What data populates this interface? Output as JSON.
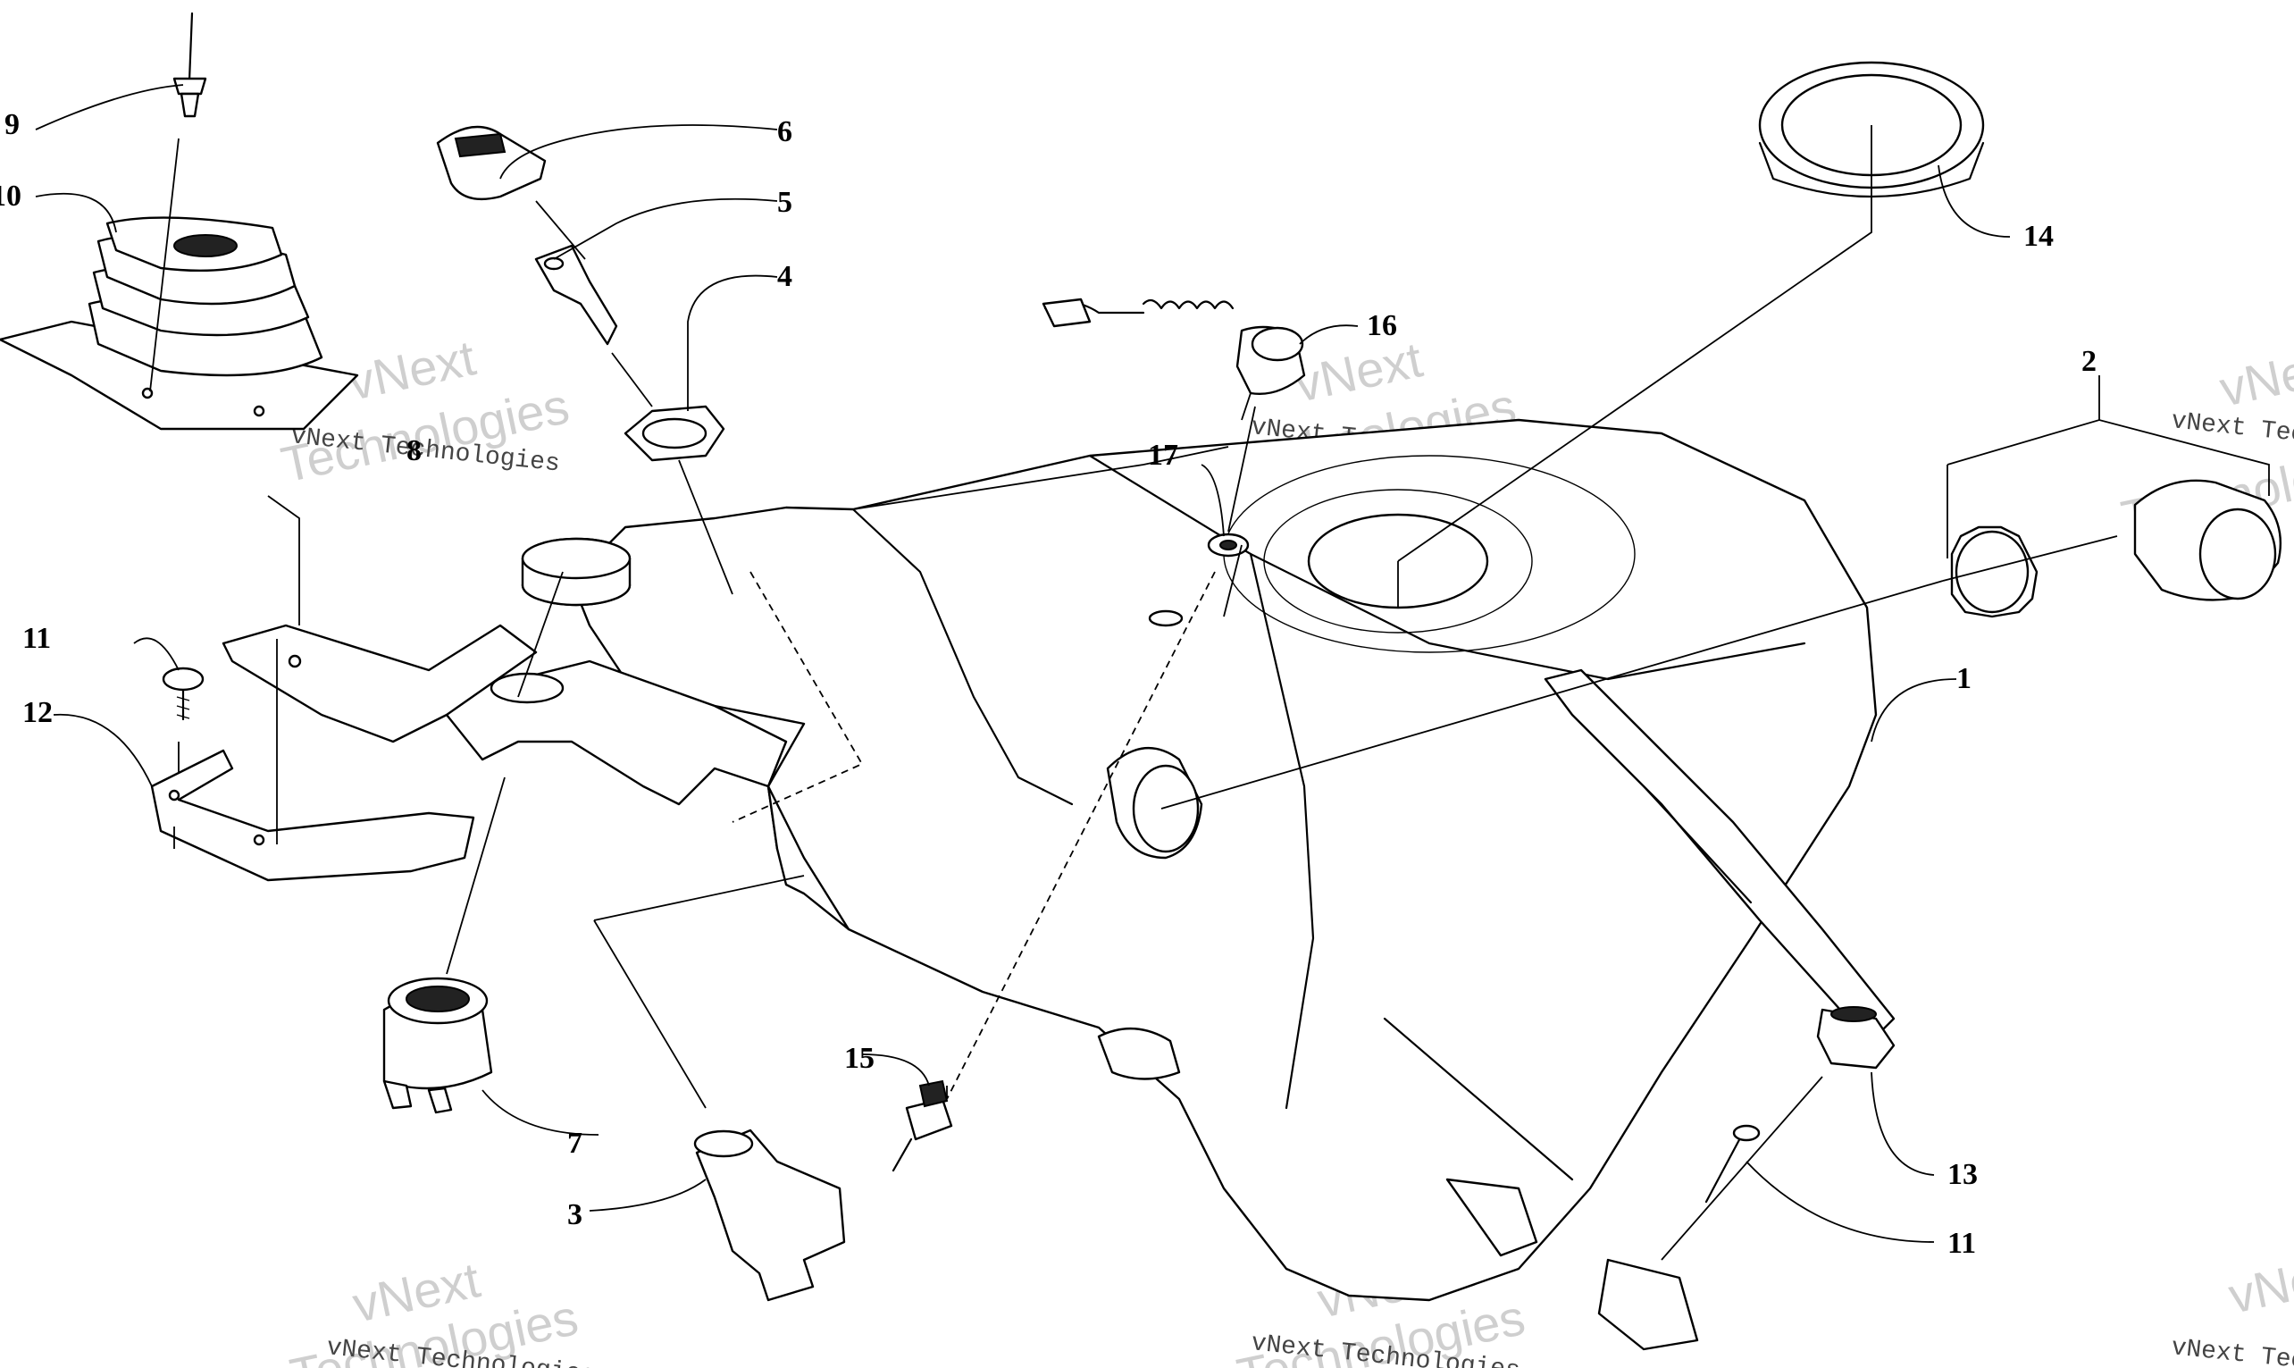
{
  "diagram": {
    "callouts": [
      {
        "id": "c1",
        "label": "1"
      },
      {
        "id": "c2",
        "label": "2"
      },
      {
        "id": "c3",
        "label": "3"
      },
      {
        "id": "c4",
        "label": "4"
      },
      {
        "id": "c5",
        "label": "5"
      },
      {
        "id": "c6",
        "label": "6"
      },
      {
        "id": "c7",
        "label": "7"
      },
      {
        "id": "c8",
        "label": "8"
      },
      {
        "id": "c9",
        "label": "9"
      },
      {
        "id": "c10",
        "label": "10"
      },
      {
        "id": "c11a",
        "label": "11"
      },
      {
        "id": "c11b",
        "label": "11"
      },
      {
        "id": "c12",
        "label": "12"
      },
      {
        "id": "c13",
        "label": "13"
      },
      {
        "id": "c14",
        "label": "14"
      },
      {
        "id": "c15",
        "label": "15"
      },
      {
        "id": "c16",
        "label": "16"
      },
      {
        "id": "c17",
        "label": "17"
      }
    ],
    "watermark": {
      "line1": "vNext",
      "line2": "Technologies",
      "line_full": "vNext Technologies"
    }
  }
}
